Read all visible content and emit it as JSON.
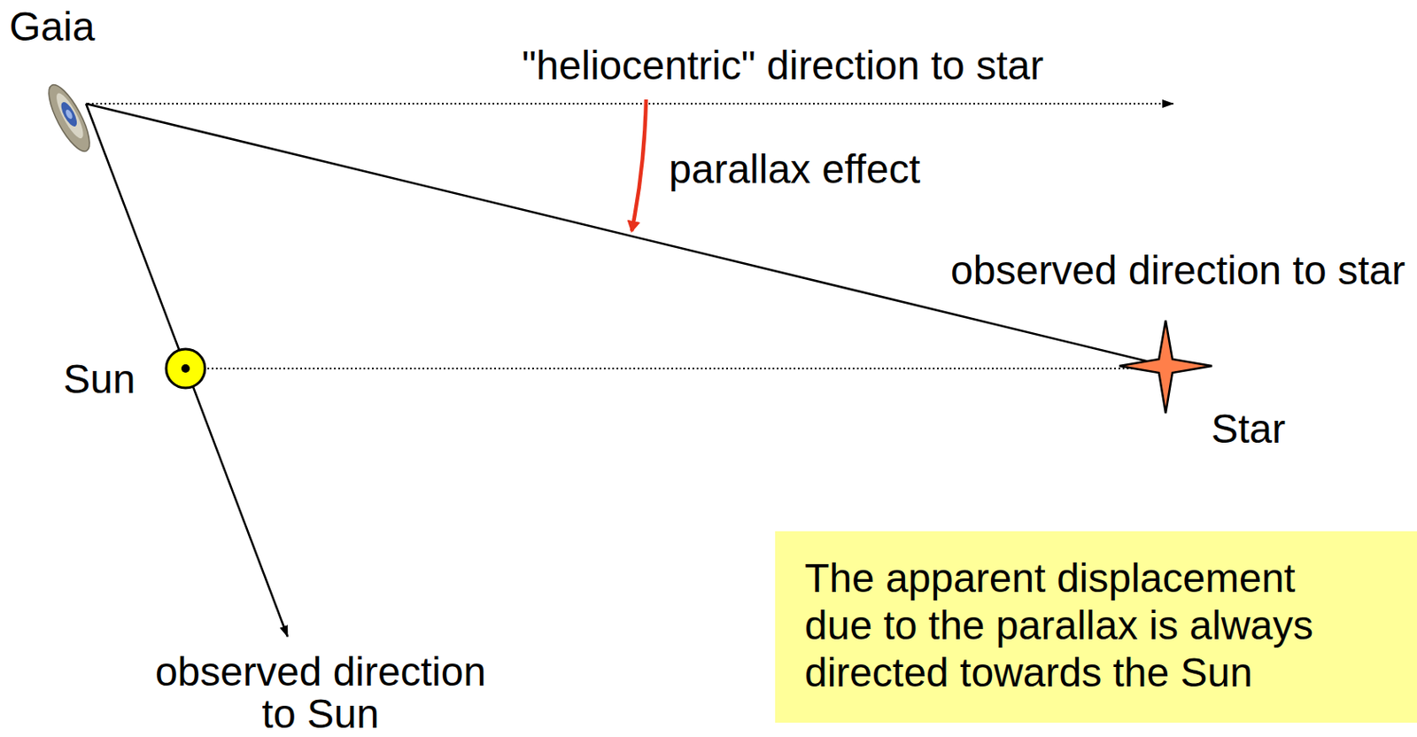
{
  "diagram": {
    "nodes": [
      {
        "text": [
          "The apparent displacement due to the parallax is always directed towards the Sun"
        ]
      }
    ],
    "labels": [
      "Gaia",
      "\"heliocentric\" direction to star",
      "parallax effect",
      "observed direction to star",
      "Sun",
      "Star",
      "observed direction to Sun"
    ]
  }
}
